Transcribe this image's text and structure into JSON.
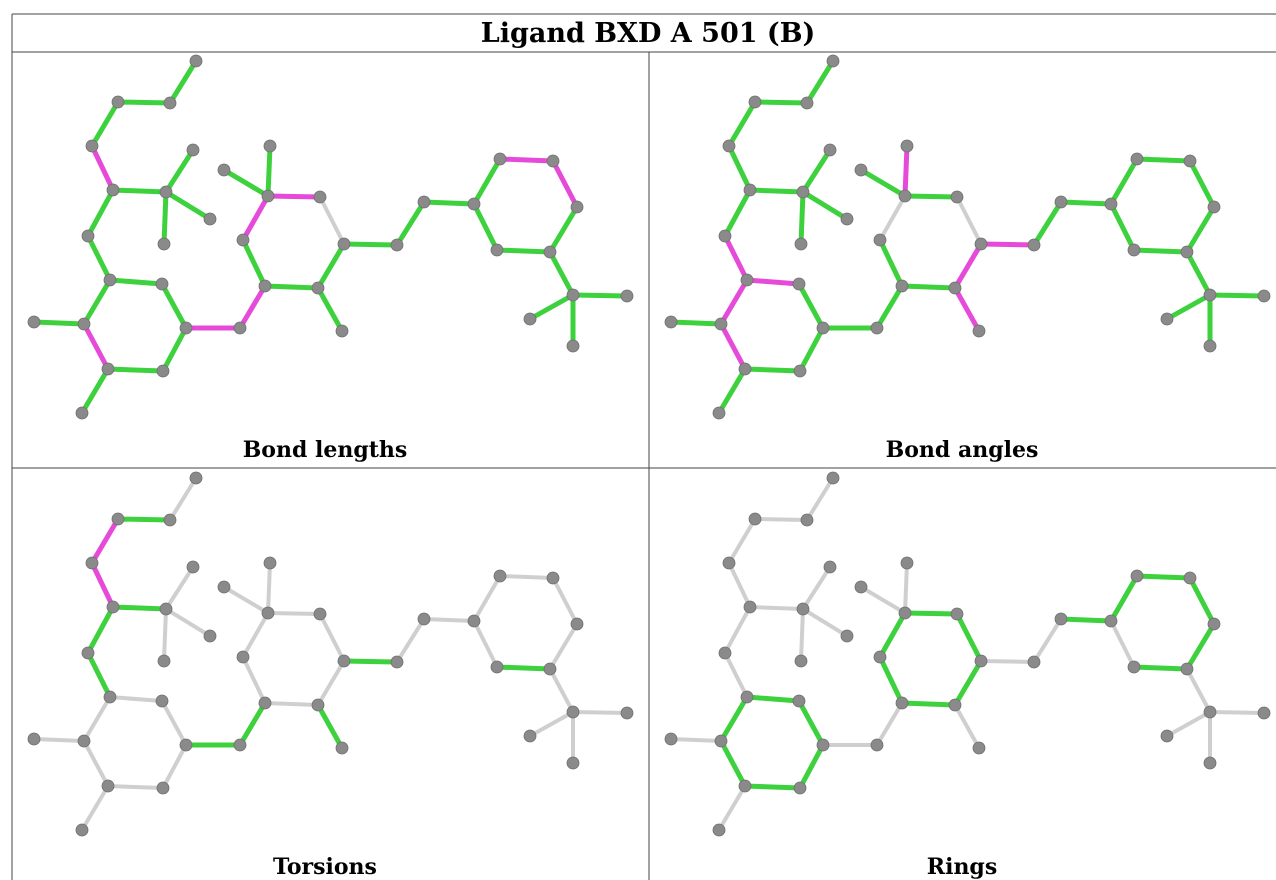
{
  "title": "Ligand BXD A 501 (B)",
  "panels": [
    {
      "id": "bond-lengths",
      "caption": "Bond lengths"
    },
    {
      "id": "bond-angles",
      "caption": "Bond angles"
    },
    {
      "id": "torsions",
      "caption": "Torsions"
    },
    {
      "id": "rings",
      "caption": "Rings"
    }
  ],
  "colors": {
    "ok": "#3dd23d",
    "outlier": "#e64ad9",
    "neutral": "#cfcfcf",
    "atom": "#8a8a8a"
  }
}
